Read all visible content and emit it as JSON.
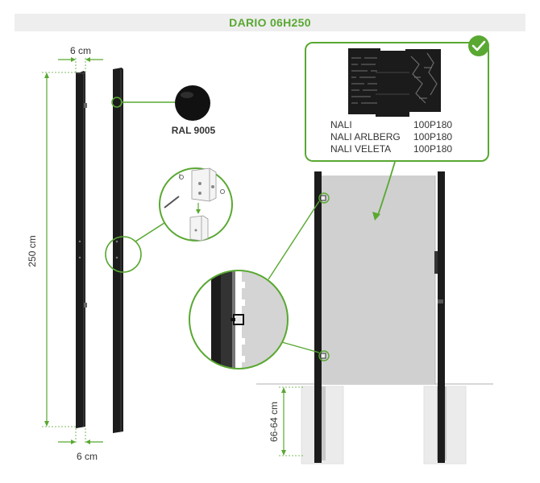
{
  "title": "DARIO 06H250",
  "post": {
    "width_label": "6 cm",
    "height_label": "250 cm",
    "color_label": "RAL 9005"
  },
  "foundation": {
    "depth_label": "66-64 cm"
  },
  "panels": [
    {
      "name": "NALI",
      "code": "100P180"
    },
    {
      "name": "NALI ARLBERG",
      "code": "100P180"
    },
    {
      "name": "NALI VELETA",
      "code": "100P180"
    }
  ],
  "colors": {
    "accent": "#59a832",
    "post": "#1c1c1c",
    "panel": "#d0d0d0",
    "concrete": "#ebebeb"
  },
  "icons": {
    "check": "check-circle-icon"
  }
}
